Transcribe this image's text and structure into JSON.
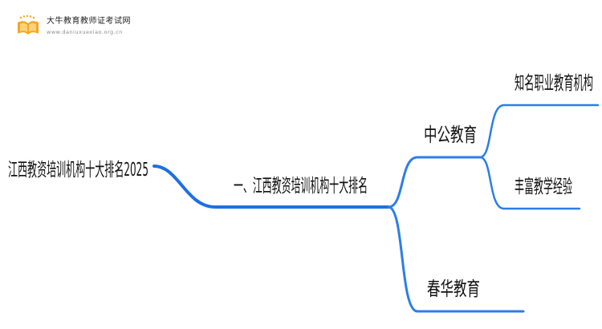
{
  "brand": {
    "name": "大牛教育教师证考试网",
    "url": "www.daniuxuexiao.org.cn"
  },
  "colors": {
    "branch": "#2c7de8",
    "root_branch": "#1f6fe0",
    "text": "#111111",
    "logo_orange": "#f5a623"
  },
  "mindmap": {
    "root": {
      "label": "江西教资培训机构十大排名2025"
    },
    "level1": {
      "label": "一、江西教资培训机构十大排名"
    },
    "level2": [
      {
        "label": "中公教育",
        "children": [
          {
            "label": "知名职业教育机构"
          },
          {
            "label": "丰富教学经验"
          }
        ]
      },
      {
        "label": "春华教育",
        "children": []
      }
    ]
  }
}
